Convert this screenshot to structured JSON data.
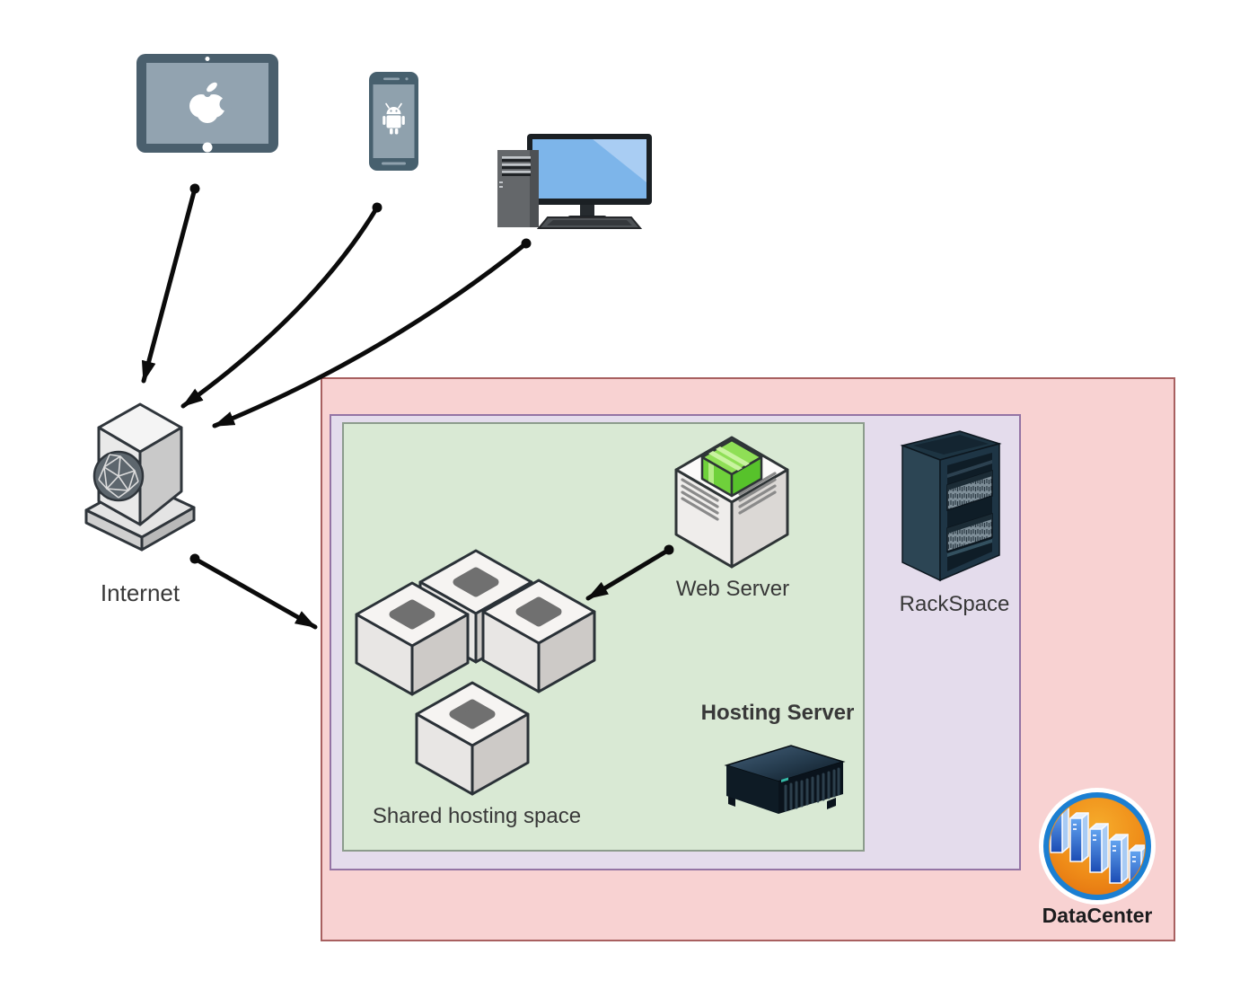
{
  "diagram_type": "web-hosting-architecture",
  "zones": {
    "datacenter": {
      "label": "DataCenter",
      "fill": "#f8d2d2",
      "border": "#a86060"
    },
    "rack_space_zone": {
      "fill": "#e4dcec",
      "border": "#9474a4"
    },
    "shared_hosting_zone": {
      "label": "Shared hosting space",
      "fill": "#d9e9d4",
      "border": "#8c9c8c"
    }
  },
  "nodes": {
    "tablet": {
      "icon": "apple-tablet-icon",
      "platform": "Apple"
    },
    "phone": {
      "icon": "android-phone-icon",
      "platform": "Android"
    },
    "desktop": {
      "icon": "desktop-computer-icon"
    },
    "internet": {
      "label": "Internet",
      "icon": "internet-gateway-icon"
    },
    "web_server": {
      "label": "Web Server",
      "icon": "web-server-cube-icon"
    },
    "shared_hosting": {
      "icon": "hosting-cube-icon",
      "cube_count": 4
    },
    "hosting_server": {
      "label": "Hosting Server",
      "icon": "rack-mount-server-icon"
    },
    "rackspace": {
      "label": "RackSpace",
      "icon": "server-rack-icon"
    },
    "datacenter_badge": {
      "icon": "datacenter-logo-icon"
    }
  },
  "connections": [
    {
      "from": "tablet",
      "to": "internet"
    },
    {
      "from": "phone",
      "to": "internet"
    },
    {
      "from": "desktop",
      "to": "internet"
    },
    {
      "from": "internet",
      "to": "shared_hosting_zone"
    },
    {
      "from": "web_server",
      "to": "shared_hosting"
    }
  ],
  "colors": {
    "arrow": "#0b0b0b",
    "label_text": "#383838"
  }
}
